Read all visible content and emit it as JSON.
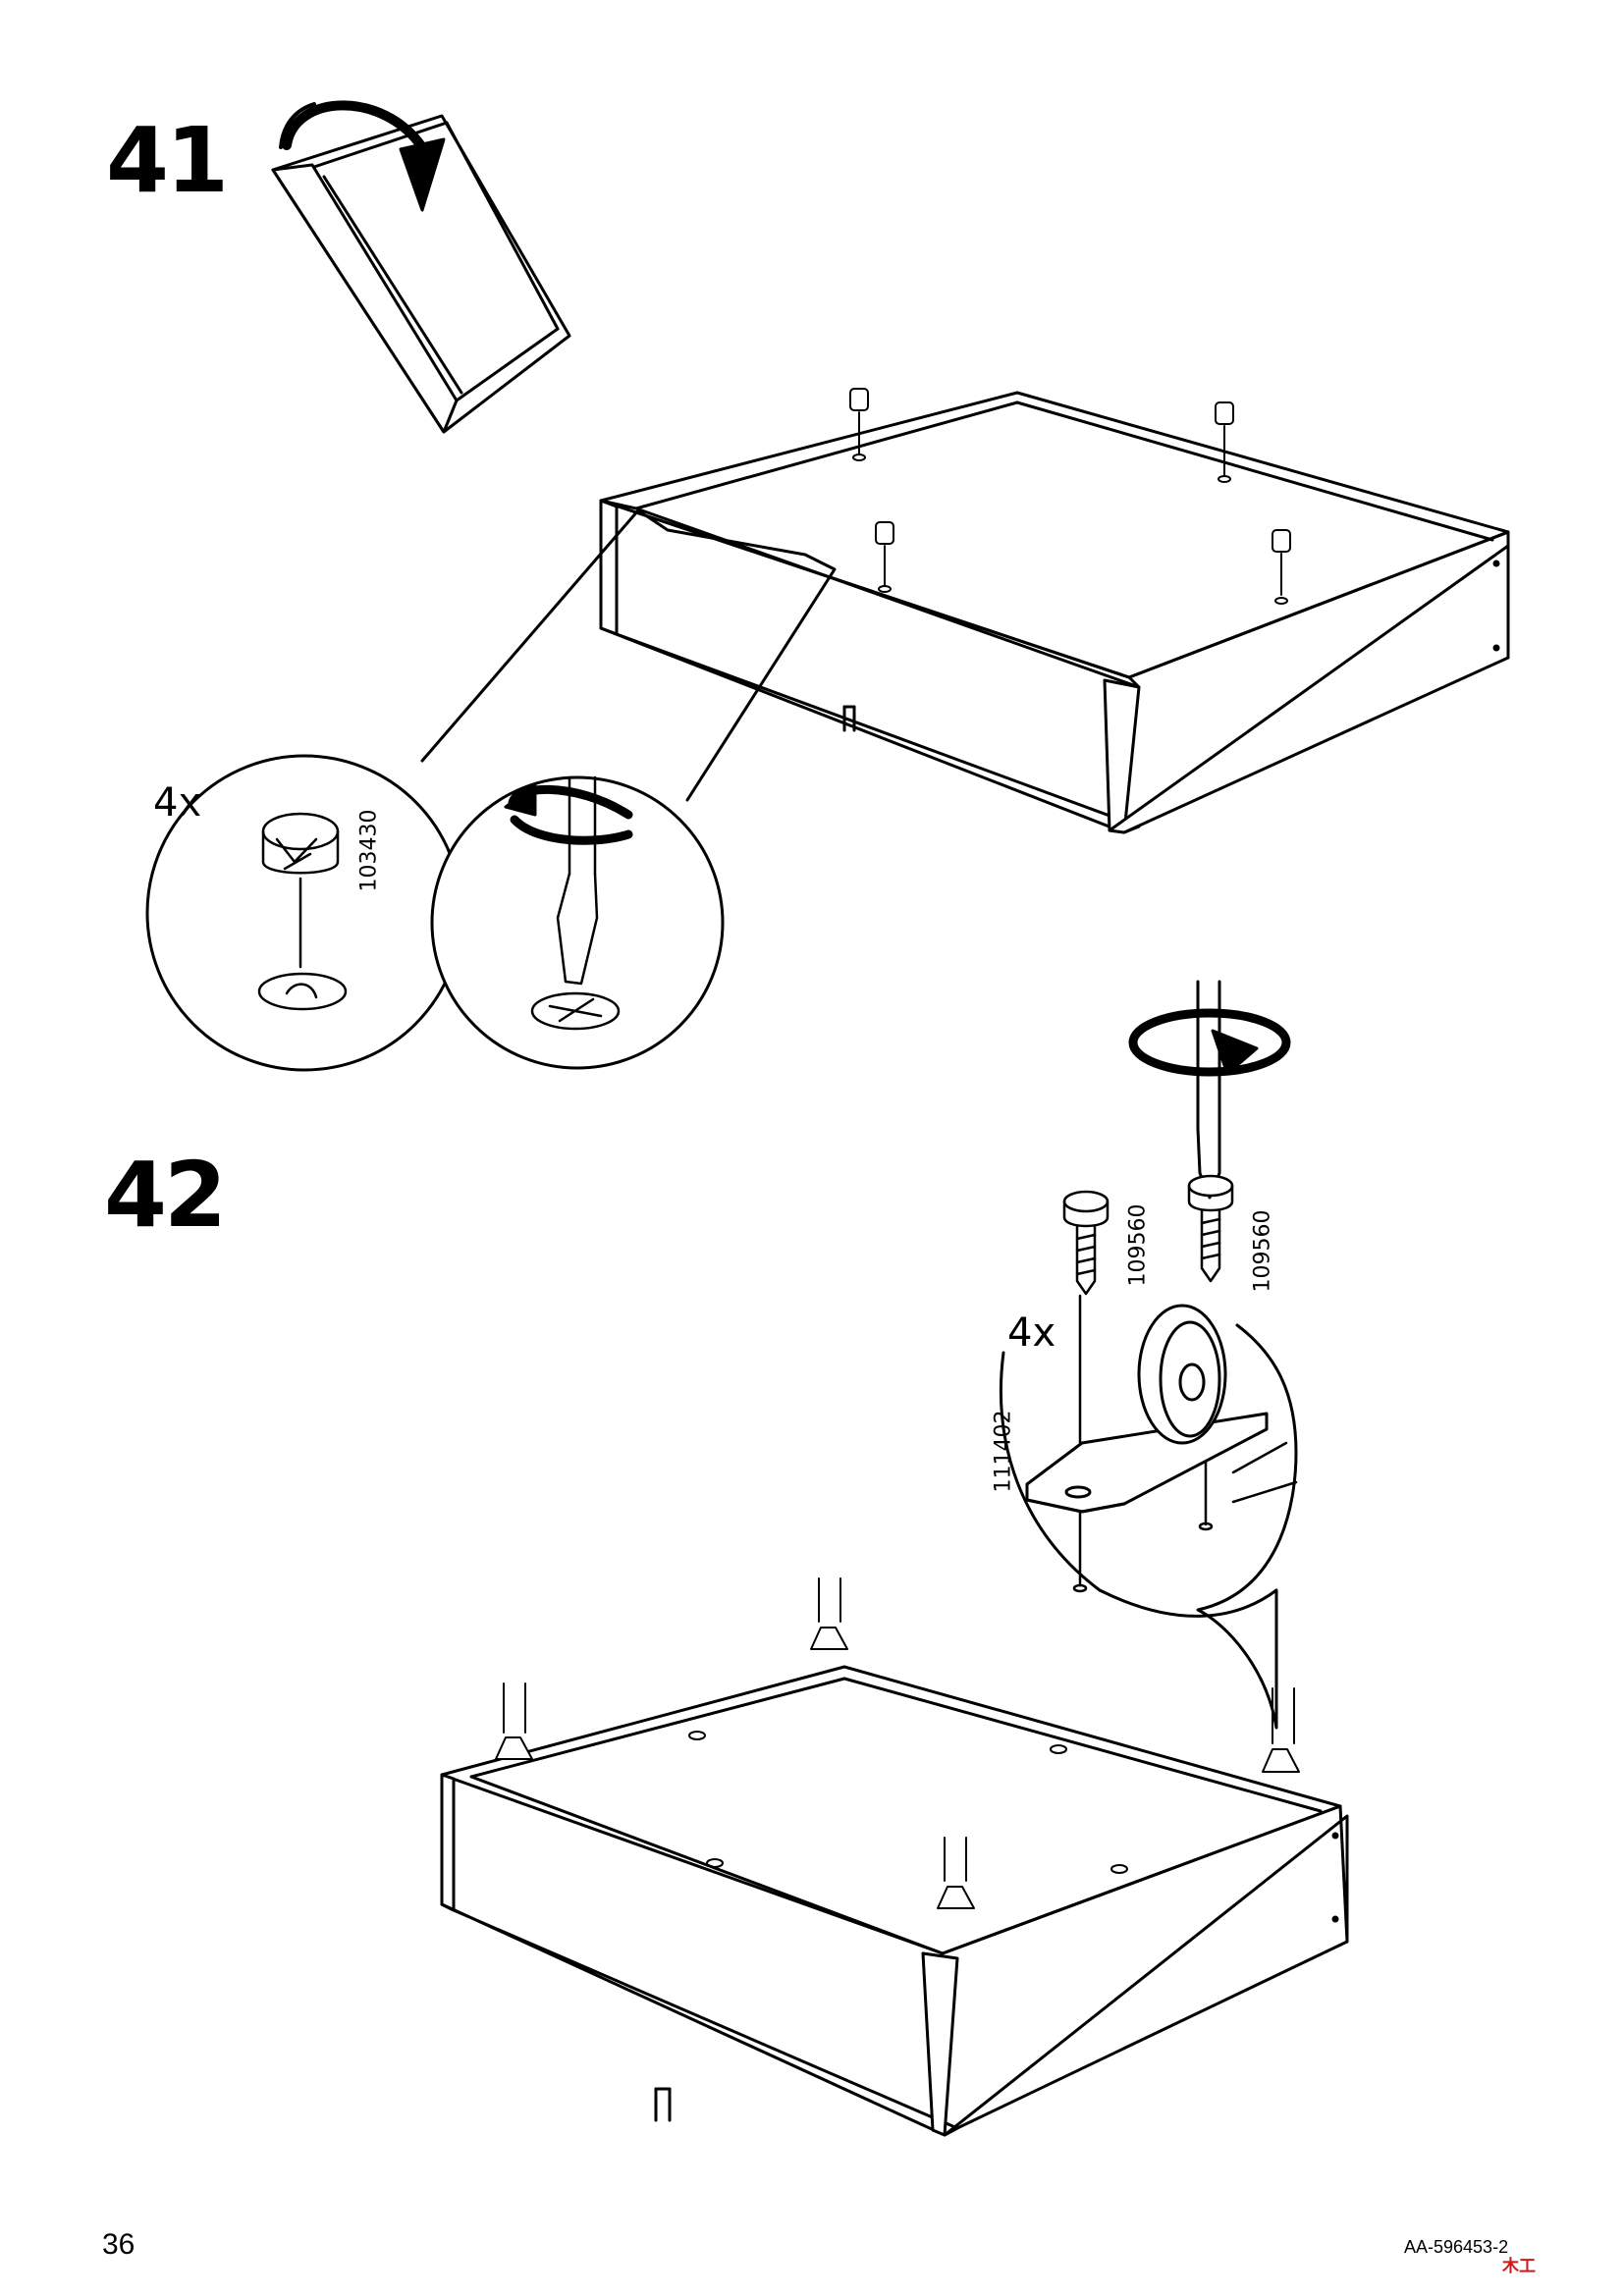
{
  "steps": [
    {
      "number": "41",
      "quantity": "4x",
      "part_number": "103430"
    },
    {
      "number": "42",
      "quantity": "4x",
      "part_numbers": [
        "109560",
        "109560",
        "111402"
      ]
    }
  ],
  "footer": {
    "page_number": "36",
    "document_code": "AA-596453-2"
  },
  "watermark": {
    "text": "木工"
  }
}
